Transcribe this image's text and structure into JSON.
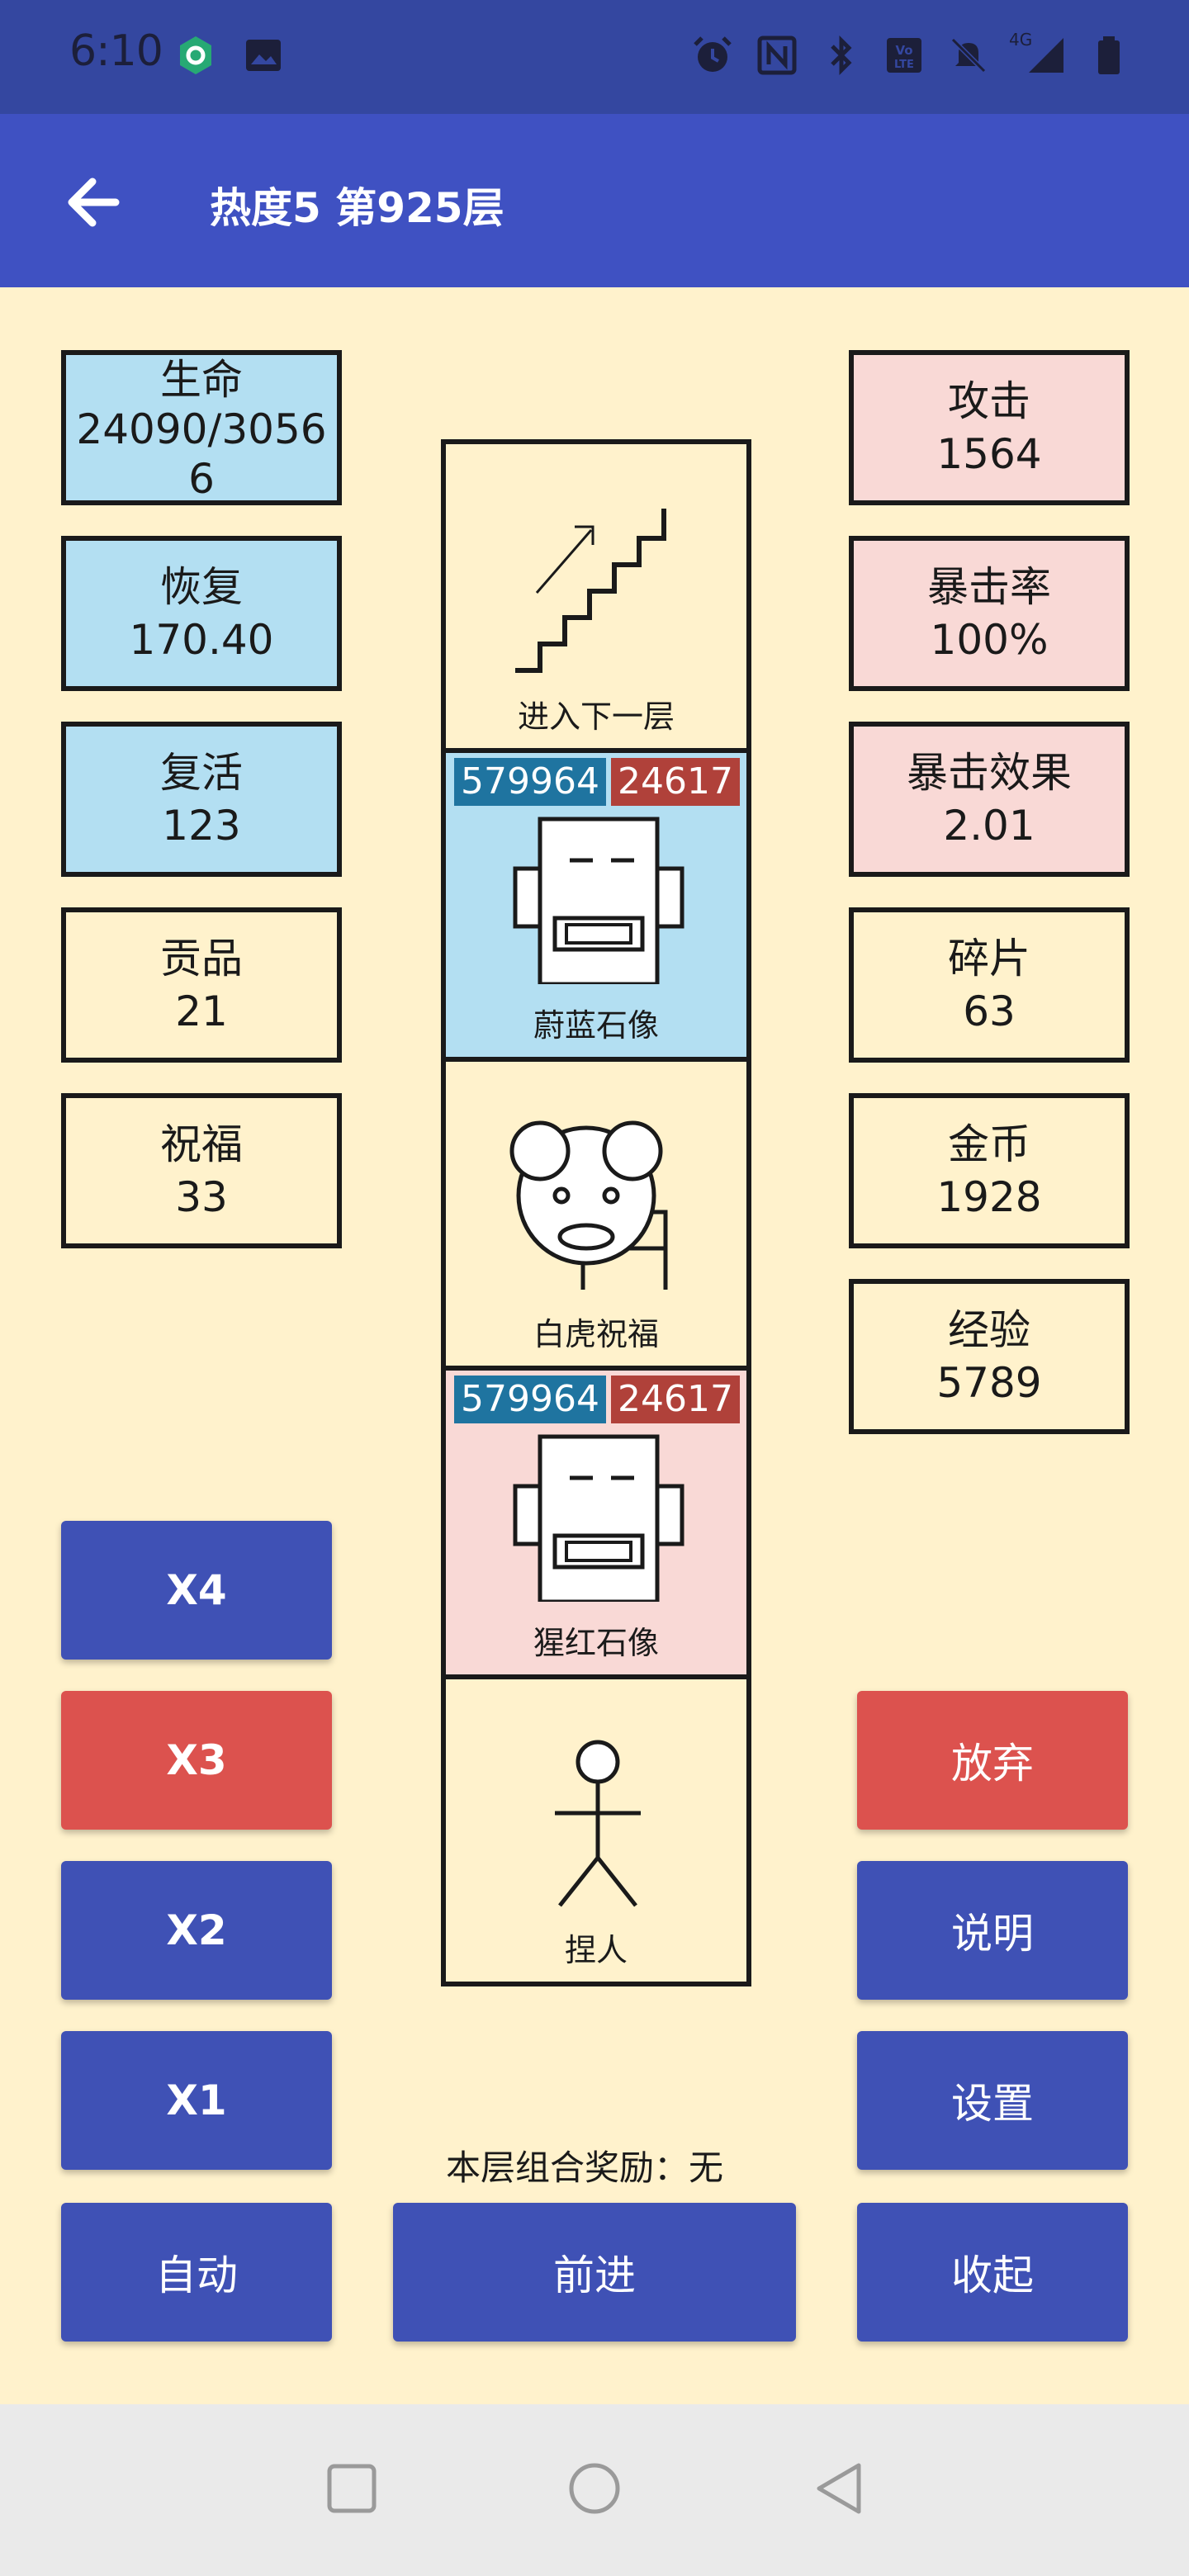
{
  "status_bar": {
    "time": "6:10",
    "network": "4G",
    "icons": [
      "notification-app-icon",
      "image-icon",
      "alarm-icon",
      "nfc-icon",
      "bluetooth-icon",
      "volte-icon",
      "mute-icon",
      "signal-icon",
      "battery-icon"
    ]
  },
  "app_bar": {
    "title": "热度5 第925层",
    "back_icon": "arrow-left-icon"
  },
  "stats_left": [
    {
      "label": "生命",
      "value": "24090/30566"
    },
    {
      "label": "恢复",
      "value": "170.40"
    },
    {
      "label": "复活",
      "value": "123"
    },
    {
      "label": "贡品",
      "value": "21"
    },
    {
      "label": "祝福",
      "value": "33"
    }
  ],
  "stats_right": [
    {
      "label": "攻击",
      "value": "1564"
    },
    {
      "label": "暴击率",
      "value": "100%"
    },
    {
      "label": "暴击效果",
      "value": "2.01"
    },
    {
      "label": "碎片",
      "value": "63"
    },
    {
      "label": "金币",
      "value": "1928"
    },
    {
      "label": "经验",
      "value": "5789"
    }
  ],
  "tower": {
    "stairs": {
      "caption": "进入下一层",
      "icon": "stairs-icon"
    },
    "blue_statue": {
      "caption": "蔚蓝石像",
      "hp": "579964",
      "atk": "24617",
      "icon": "statue-icon"
    },
    "tiger": {
      "caption": "白虎祝福",
      "icon": "tiger-icon"
    },
    "red_statue": {
      "caption": "猩红石像",
      "hp": "579964",
      "atk": "24617",
      "icon": "statue-icon"
    },
    "player": {
      "caption": "捏人",
      "icon": "stick-figure-icon"
    }
  },
  "speed_buttons": [
    "X4",
    "X3",
    "X2",
    "X1"
  ],
  "right_buttons": {
    "give_up": "放弃",
    "help": "说明",
    "settings": "设置",
    "collapse": "收起"
  },
  "bottom": {
    "auto": "自动",
    "forward": "前进",
    "combo_reward": "本层组合奖励：无"
  },
  "colors": {
    "status_bar": "#3447A0",
    "app_bar": "#3F51C2",
    "background": "#FFF2CC",
    "stat_blue": "#B3DFF2",
    "stat_pink": "#F9D9D6",
    "button_blue": "#3F51B5",
    "button_red": "#DC524E",
    "tag_hp": "#1F74A0",
    "tag_atk": "#B0413A"
  },
  "nav_bar": {
    "recents_icon": "square-icon",
    "home_icon": "circle-icon",
    "back_icon": "triangle-back-icon"
  }
}
